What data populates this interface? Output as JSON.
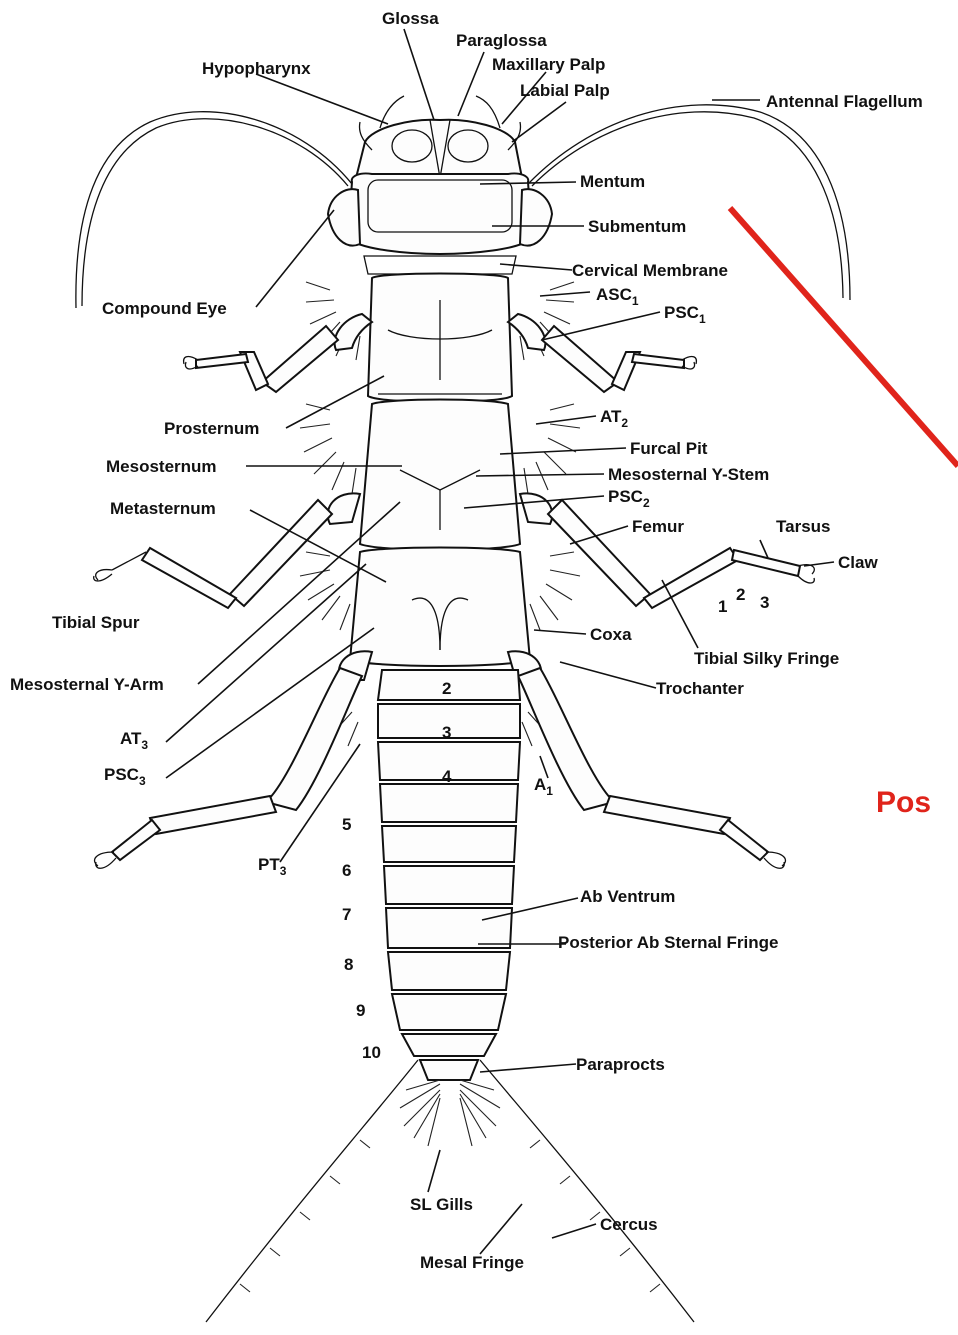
{
  "labels": {
    "glossa": "Glossa",
    "paraglossa": "Paraglossa",
    "hypopharynx": "Hypopharynx",
    "maxillary_palp": "Maxillary Palp",
    "labial_palp": "Labial Palp",
    "antennal_flagellum": "Antennal Flagellum",
    "mentum": "Mentum",
    "submentum": "Submentum",
    "cervical_membrane": "Cervical Membrane",
    "compound_eye": "Compound Eye",
    "asc1": "ASC",
    "asc1_sub": "1",
    "psc1": "PSC",
    "psc1_sub": "1",
    "prosternum": "Prosternum",
    "at2": "AT",
    "at2_sub": "2",
    "furcal_pit": "Furcal Pit",
    "mesosternum": "Mesosternum",
    "mesosternal_y_stem": "Mesosternal Y-Stem",
    "metasternum": "Metasternum",
    "psc2": "PSC",
    "psc2_sub": "2",
    "femur": "Femur",
    "tarsus": "Tarsus",
    "claw": "Claw",
    "tarsus_seg_1": "1",
    "tarsus_seg_2": "2",
    "tarsus_seg_3": "3",
    "tibial_spur": "Tibial Spur",
    "coxa": "Coxa",
    "tibial_silky_fringe": "Tibial Silky Fringe",
    "mesosternal_y_arm": "Mesosternal Y-Arm",
    "trochanter": "Trochanter",
    "at3": "AT",
    "at3_sub": "3",
    "psc3": "PSC",
    "psc3_sub": "3",
    "a1": "A",
    "a1_sub": "1",
    "pt3": "PT",
    "pt3_sub": "3",
    "ab_ventrum": "Ab Ventrum",
    "posterior_ab_sternal_fringe": "Posterior Ab Sternal Fringe",
    "paraprocts": "Paraprocts",
    "sl_gills": "SL Gills",
    "cercus": "Cercus",
    "mesal_fringe": "Mesal Fringe",
    "red_note": "Pos"
  },
  "segment_numbers": [
    "2",
    "3",
    "4",
    "5",
    "6",
    "7",
    "8",
    "9",
    "10"
  ],
  "colors": {
    "ink": "#111111",
    "red_annotation": "#e0241b",
    "paper": "#ffffff"
  }
}
